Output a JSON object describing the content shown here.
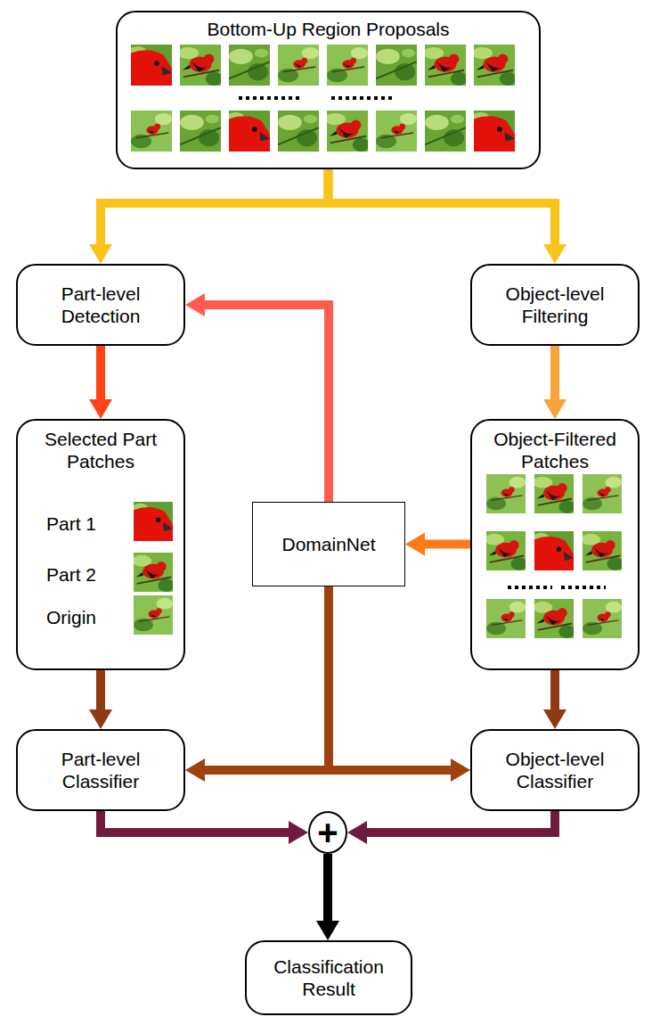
{
  "diagram": {
    "nodes": [
      {
        "text": [
          "Bottom-Up Region Proposals"
        ]
      },
      {
        "text": [
          "Part-level Detection"
        ]
      },
      {
        "text": [
          "Object-level Filtering"
        ]
      },
      {
        "text": [
          "Selected Part Patches",
          "Part 1",
          "Part 2",
          "Origin"
        ]
      },
      {
        "text": [
          "Object-Filtered Patches"
        ]
      },
      {
        "text": [
          "DomainNet"
        ]
      },
      {
        "text": [
          "Part-level Classifier"
        ]
      },
      {
        "text": [
          "Object-level Classifier"
        ]
      },
      {
        "text": [
          "+"
        ]
      },
      {
        "text": [
          "Classification Result"
        ]
      }
    ],
    "edges": [
      {
        "from": 0,
        "to": 1,
        "arrow": "to"
      },
      {
        "from": 0,
        "to": 2,
        "arrow": "to"
      },
      {
        "from": 1,
        "to": 3,
        "arrow": "to"
      },
      {
        "from": 2,
        "to": 4,
        "arrow": "to"
      },
      {
        "from": 4,
        "to": 5,
        "arrow": "to"
      },
      {
        "from": 5,
        "to": 1,
        "arrow": "to"
      },
      {
        "from": 5,
        "to": 6,
        "arrow": "to"
      },
      {
        "from": 5,
        "to": 7,
        "arrow": "to"
      },
      {
        "from": 3,
        "to": 6,
        "arrow": "to"
      },
      {
        "from": 4,
        "to": 7,
        "arrow": "to"
      },
      {
        "from": 6,
        "to": 8,
        "arrow": "to"
      },
      {
        "from": 7,
        "to": 8,
        "arrow": "to"
      },
      {
        "from": 8,
        "to": 9,
        "arrow": "to"
      }
    ]
  }
}
